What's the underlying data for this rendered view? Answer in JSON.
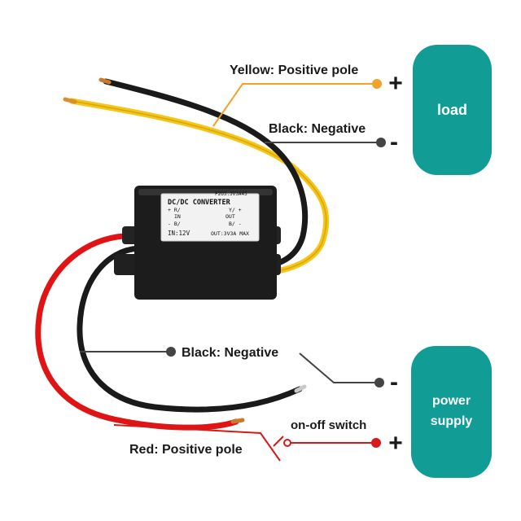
{
  "converter": {
    "model": "F2U3.3V3A45",
    "title": "DC/DC CONVERTER",
    "in_pos": "+ R/",
    "in_label": "IN",
    "in_neg": "- B/",
    "out_pos": "Y/ +",
    "out_label": "OUT",
    "out_neg": "B/ -",
    "input_rating": "IN:12V",
    "output_rating": "OUT:3V3A MAX"
  },
  "labels": {
    "yellow": "Yellow: Positive pole",
    "black_top": "Black: Negative",
    "black_bottom": "Black: Negative",
    "switch": "on-off switch",
    "red": "Red: Positive pole"
  },
  "boxes": {
    "load": "load",
    "power_line1": "power",
    "power_line2": "supply"
  },
  "symbols": {
    "plus": "+",
    "minus": "-"
  },
  "colors": {
    "teal": "#119c95",
    "yellow_dot": "#f2a22a",
    "wire_yellow": "#f5c518",
    "wire_black": "#1a1a1a",
    "wire_red": "#e01414",
    "red_dot": "#d41a1a",
    "leader": "#444444"
  }
}
